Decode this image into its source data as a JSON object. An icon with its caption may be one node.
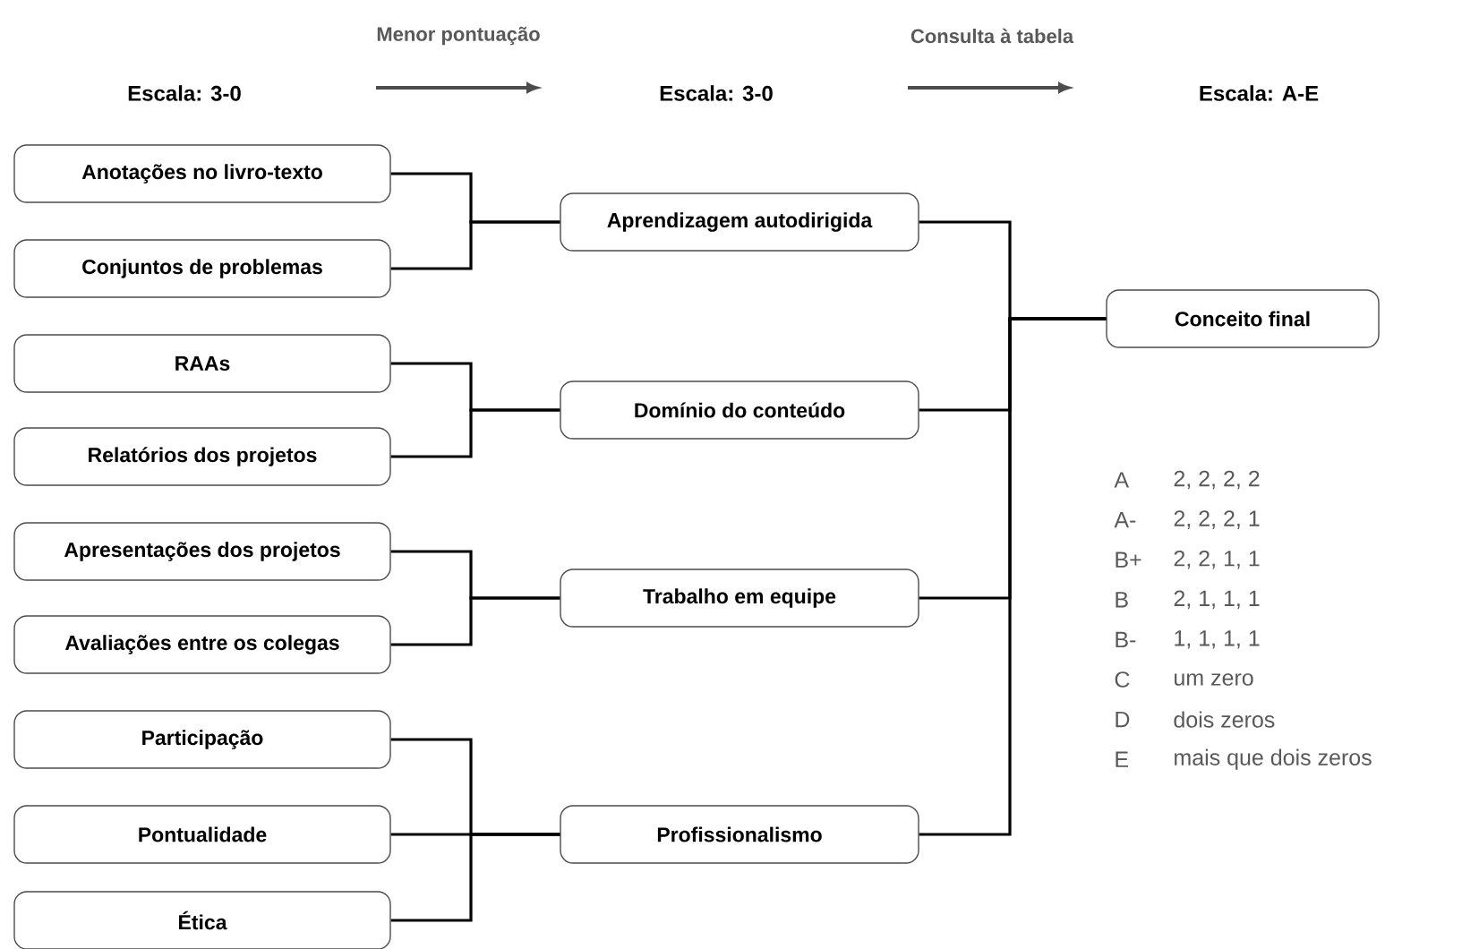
{
  "diagram": {
    "nodes": [
      {
        "text": [
          "Anotações no livro-texto"
        ]
      },
      {
        "text": [
          "Conjuntos de problemas"
        ]
      },
      {
        "text": [
          "Aprendizagem autodirigida"
        ]
      },
      {
        "text": [
          "RAAs"
        ]
      },
      {
        "text": [
          "Relatórios dos projetos"
        ]
      },
      {
        "text": [
          "Domínio do conteúdo"
        ]
      },
      {
        "text": [
          "Apresentações dos projetos"
        ]
      },
      {
        "text": [
          "Avaliações entre os colegas"
        ]
      },
      {
        "text": [
          "Trabalho em equipe"
        ]
      },
      {
        "text": [
          "Participação"
        ]
      },
      {
        "text": [
          "Pontualidade"
        ]
      },
      {
        "text": [
          "Ética"
        ]
      },
      {
        "text": [
          "Profissionalismo"
        ]
      },
      {
        "text": [
          "Conceito final"
        ]
      }
    ],
    "edges": [
      {
        "from": 0,
        "to": 2,
        "arrow": "none"
      },
      {
        "from": 1,
        "to": 2,
        "arrow": "none"
      },
      {
        "from": 3,
        "to": 5,
        "arrow": "none"
      },
      {
        "from": 4,
        "to": 5,
        "arrow": "none"
      },
      {
        "from": 6,
        "to": 8,
        "arrow": "none"
      },
      {
        "from": 7,
        "to": 8,
        "arrow": "none"
      },
      {
        "from": 9,
        "to": 12,
        "arrow": "none"
      },
      {
        "from": 10,
        "to": 12,
        "arrow": "none"
      },
      {
        "from": 11,
        "to": 12,
        "arrow": "none"
      },
      {
        "from": 2,
        "to": 13,
        "arrow": "none"
      },
      {
        "from": 5,
        "to": 13,
        "arrow": "none"
      },
      {
        "from": 8,
        "to": 13,
        "arrow": "none"
      },
      {
        "from": 12,
        "to": 13,
        "arrow": "none"
      }
    ],
    "labels": [
      "Menor pontuação",
      "Consulta à tabela",
      "Escala: 3-0",
      "Escala: 3-0",
      "Escala: A-E",
      "A",
      "2, 2, 2, 2",
      "A-",
      "2, 2, 2, 1",
      "B+",
      "2, 2, 1, 1",
      "B",
      "2, 1, 1, 1",
      "B-",
      "1, 1, 1, 1",
      "C",
      "um zero",
      "D",
      "dois zeros",
      "E",
      "mais que dois zeros"
    ]
  }
}
